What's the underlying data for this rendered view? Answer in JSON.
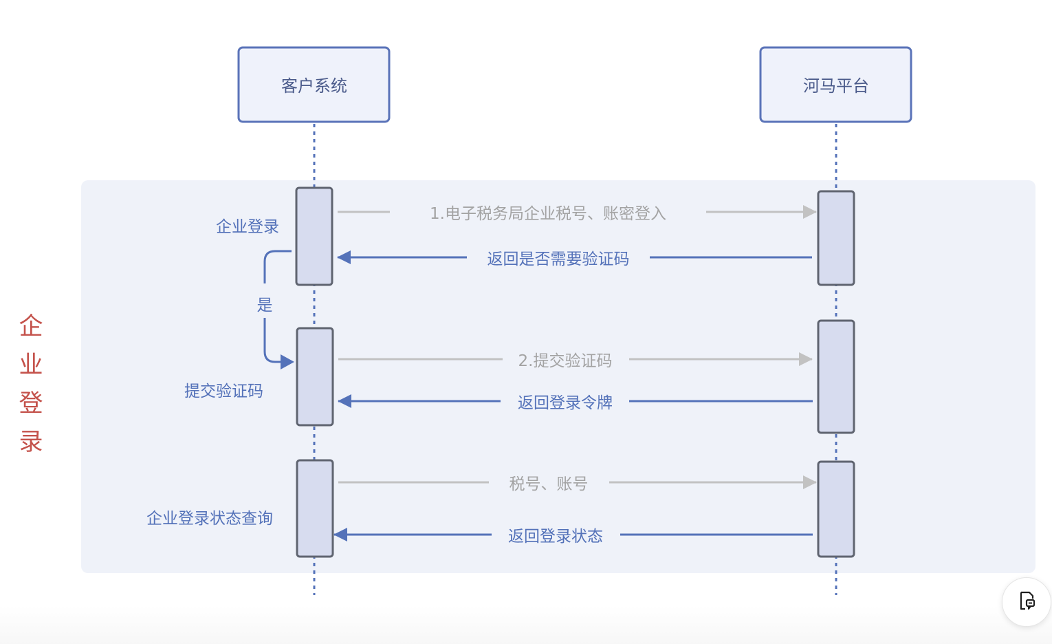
{
  "diagram": {
    "side_title": [
      "企",
      "业",
      "登",
      "录"
    ],
    "actors": {
      "client": "客户系统",
      "platform": "河马平台"
    },
    "sections": {
      "login": "企业登录",
      "submit_code": "提交验证码",
      "status_query": "企业登录状态查询"
    },
    "branch_label": "是",
    "messages": {
      "m1": "1.电子税务局企业税号、账密登入",
      "m2": "返回是否需要验证码",
      "m3": "2.提交验证码",
      "m4": "返回登录令牌",
      "m5": "税号、账号",
      "m6": "返回登录状态"
    }
  },
  "floating_button": {
    "icon": "document-chat-icon"
  },
  "colors": {
    "actor_border": "#5a73b8",
    "actor_fill": "#eff2fb",
    "activation_fill": "#d7dcef",
    "activation_border": "#5f6470",
    "lifeline": "#5472b9",
    "request": "#c2c2c2",
    "response": "#5472b9",
    "panel": "#eff2f9",
    "side_title": "#c4524b"
  }
}
